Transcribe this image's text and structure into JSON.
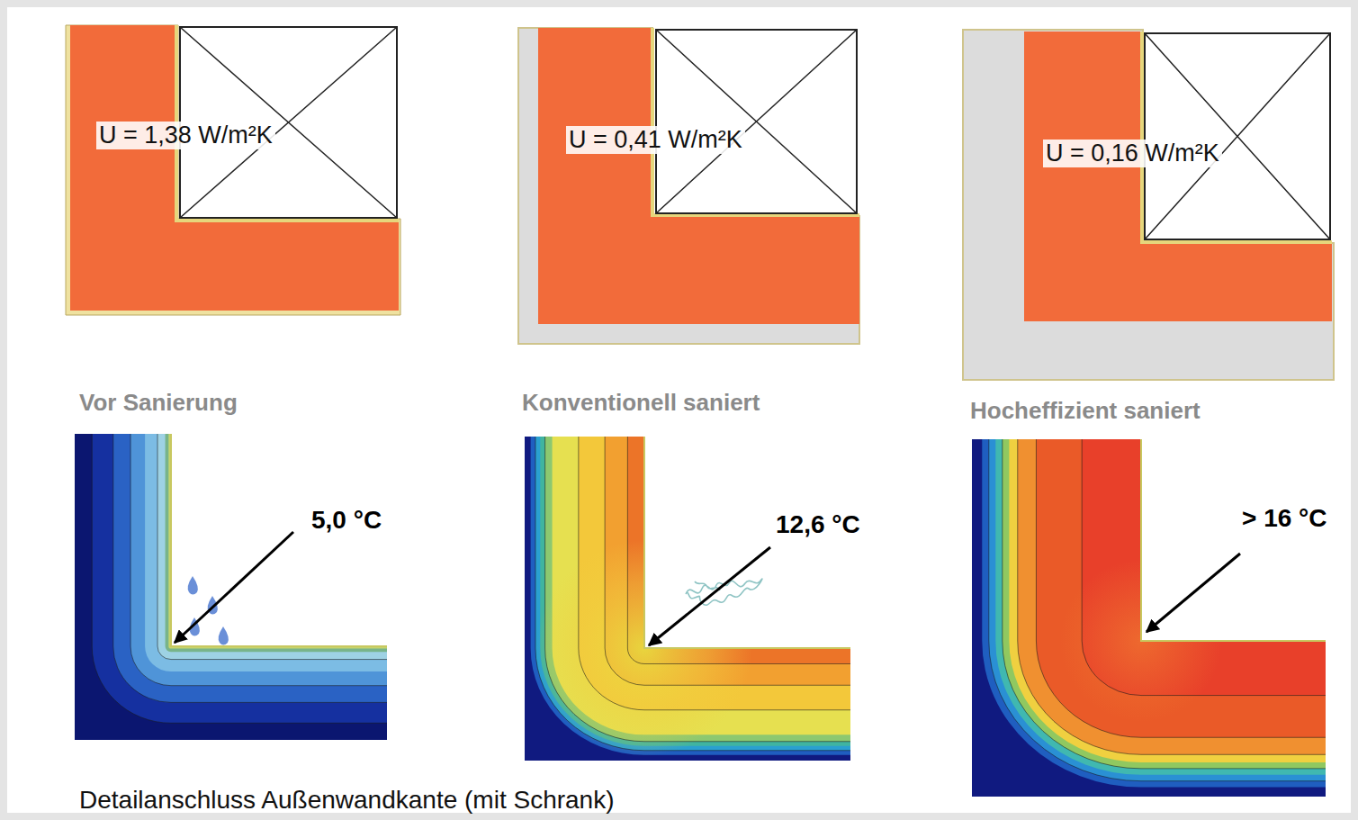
{
  "diagram": {
    "caption": "Detailanschluss Außenwandkante (mit Schrank)",
    "labels": [
      "U = 1,38 W/m²K",
      "U = 0,41 W/m²K",
      "U = 0,16 W/m²K",
      "Vor Sanierung",
      "Konventionell saniert",
      "Hocheffizient saniert",
      "5,0 °C",
      "12,6 °C",
      "> 16 °C"
    ]
  }
}
